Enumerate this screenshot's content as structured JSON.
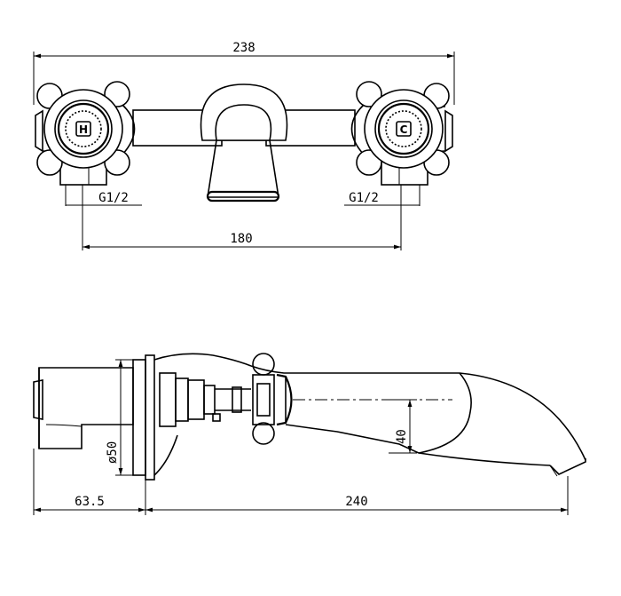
{
  "front_view": {
    "overall_width": "238",
    "centres": "180",
    "left_thread": "G1/2",
    "right_thread": "G1/2",
    "hot_label": "H",
    "cold_label": "C"
  },
  "side_view": {
    "backplate_diameter": "ø50",
    "spout_height": "40",
    "body_depth": "63.5",
    "spout_projection": "240"
  }
}
